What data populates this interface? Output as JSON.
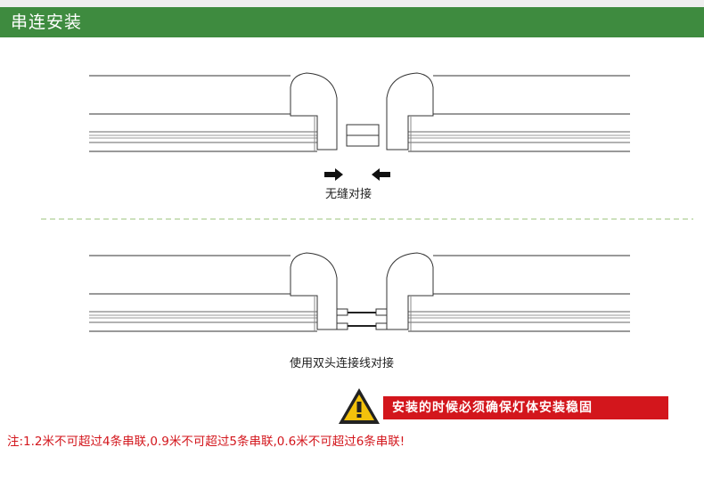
{
  "header": {
    "title": "串连安装"
  },
  "diagram_top": {
    "caption": "无缝对接"
  },
  "diagram_bottom": {
    "caption": "使用双头连接线对接"
  },
  "warning": {
    "icon": "warning-triangle-icon",
    "text": "安装的时候必须确保灯体安装稳固",
    "color": "#d3161c"
  },
  "note": {
    "text": "注:1.2米不可超过4条串联,0.9米不可超过5条串联,0.6米不可超过6条串联!"
  },
  "colors": {
    "header_bg": "#3e8b3f",
    "divider": "#9bc37b",
    "accent": "#d3161c"
  }
}
